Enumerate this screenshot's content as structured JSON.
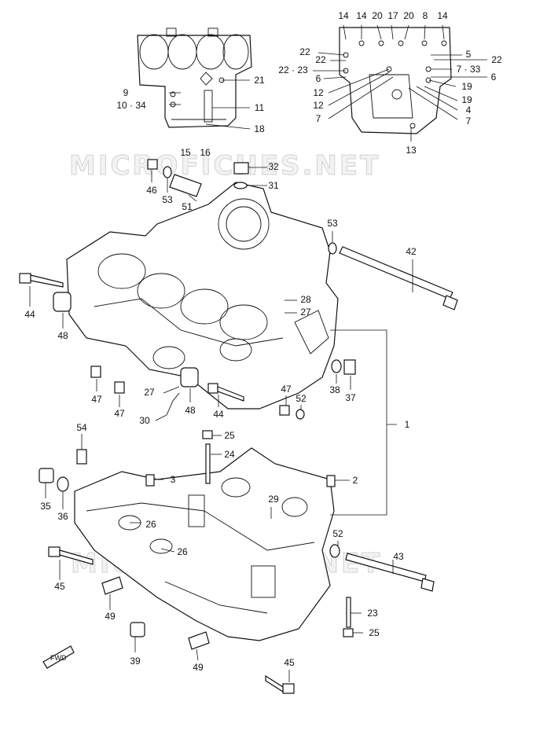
{
  "watermark": "MICROFICHES.NET",
  "fwd_label": "FWD",
  "callouts": [
    {
      "id": "c14a",
      "text": "14"
    },
    {
      "id": "c14b",
      "text": "14"
    },
    {
      "id": "c20a",
      "text": "20"
    },
    {
      "id": "c17",
      "text": "17"
    },
    {
      "id": "c20b",
      "text": "20"
    },
    {
      "id": "c8",
      "text": "8"
    },
    {
      "id": "c14c",
      "text": "14"
    },
    {
      "id": "c22a",
      "text": "22"
    },
    {
      "id": "c22b",
      "text": "22"
    },
    {
      "id": "c2223",
      "text": "22 · 23"
    },
    {
      "id": "c6a",
      "text": "6"
    },
    {
      "id": "c12a",
      "text": "12"
    },
    {
      "id": "c12b",
      "text": "12"
    },
    {
      "id": "c7a",
      "text": "7"
    },
    {
      "id": "c5",
      "text": "5"
    },
    {
      "id": "c22c",
      "text": "22"
    },
    {
      "id": "c733",
      "text": "7 · 33"
    },
    {
      "id": "c6b",
      "text": "6"
    },
    {
      "id": "c19a",
      "text": "19"
    },
    {
      "id": "c19b",
      "text": "19"
    },
    {
      "id": "c4",
      "text": "4"
    },
    {
      "id": "c7b",
      "text": "7"
    },
    {
      "id": "c13",
      "text": "13"
    },
    {
      "id": "c9",
      "text": "9"
    },
    {
      "id": "c1034",
      "text": "10 · 34"
    },
    {
      "id": "c21",
      "text": "21"
    },
    {
      "id": "c11",
      "text": "11"
    },
    {
      "id": "c18",
      "text": "18"
    },
    {
      "id": "c15",
      "text": "15"
    },
    {
      "id": "c16",
      "text": "16"
    },
    {
      "id": "c46",
      "text": "46"
    },
    {
      "id": "c53a",
      "text": "53"
    },
    {
      "id": "c51",
      "text": "51"
    },
    {
      "id": "c32",
      "text": "32"
    },
    {
      "id": "c31",
      "text": "31"
    },
    {
      "id": "c53b",
      "text": "53"
    },
    {
      "id": "c42",
      "text": "42"
    },
    {
      "id": "c44a",
      "text": "44"
    },
    {
      "id": "c48a",
      "text": "48"
    },
    {
      "id": "c28",
      "text": "28"
    },
    {
      "id": "c27a",
      "text": "27"
    },
    {
      "id": "c47a",
      "text": "47"
    },
    {
      "id": "c47b",
      "text": "47"
    },
    {
      "id": "c27b",
      "text": "27"
    },
    {
      "id": "c30",
      "text": "30"
    },
    {
      "id": "c48b",
      "text": "48"
    },
    {
      "id": "c44b",
      "text": "44"
    },
    {
      "id": "c38",
      "text": "38"
    },
    {
      "id": "c37",
      "text": "37"
    },
    {
      "id": "c47c",
      "text": "47"
    },
    {
      "id": "c52a",
      "text": "52"
    },
    {
      "id": "c1",
      "text": "1"
    },
    {
      "id": "c54",
      "text": "54"
    },
    {
      "id": "c25a",
      "text": "25"
    },
    {
      "id": "c24",
      "text": "24"
    },
    {
      "id": "c3",
      "text": "3"
    },
    {
      "id": "c2",
      "text": "2"
    },
    {
      "id": "c35",
      "text": "35"
    },
    {
      "id": "c36",
      "text": "36"
    },
    {
      "id": "c29",
      "text": "29"
    },
    {
      "id": "c26a",
      "text": "26"
    },
    {
      "id": "c52b",
      "text": "52"
    },
    {
      "id": "c26b",
      "text": "26"
    },
    {
      "id": "c43",
      "text": "43"
    },
    {
      "id": "c45a",
      "text": "45"
    },
    {
      "id": "c49a",
      "text": "49"
    },
    {
      "id": "c23",
      "text": "23"
    },
    {
      "id": "c25b",
      "text": "25"
    },
    {
      "id": "c39",
      "text": "39"
    },
    {
      "id": "c49b",
      "text": "49"
    },
    {
      "id": "c45b",
      "text": "45"
    }
  ]
}
